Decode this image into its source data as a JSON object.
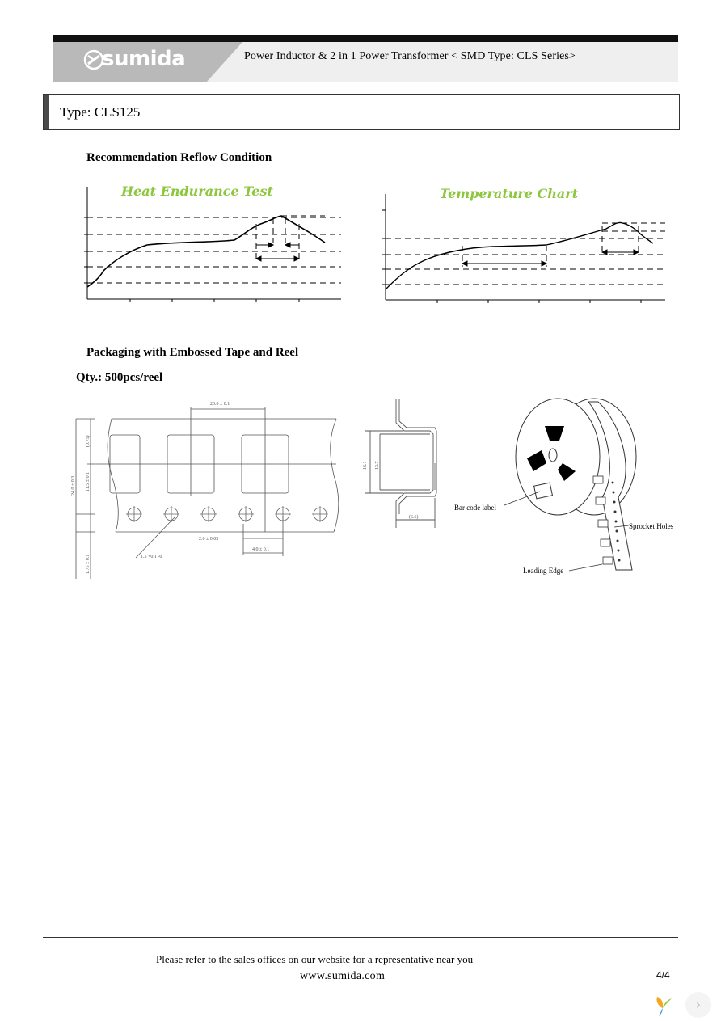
{
  "header": {
    "brand": "sumida",
    "title": "Power Inductor & 2 in 1 Power Transformer < SMD Type: CLS Series>"
  },
  "type_label": "Type: CLS125",
  "reflow": {
    "section_title": "Recommendation Reflow Condition",
    "heat_title": "Heat Endurance Test",
    "temp_title": "Temperature Chart"
  },
  "packaging": {
    "section_title": "Packaging with Embossed Tape and Reel",
    "qty": "Qty.: 500pcs/reel",
    "dim_top": "20.0 ± 0.1",
    "dim_height_total": "24.0 ± 0.3",
    "dim_a": "(0.75)",
    "dim_b": "11.5 ± 0.1",
    "dim_c": "1.75 ± 0.1",
    "dim_pitch": "2.0 ± 0.05",
    "dim_hole_pitch": "4.0 ± 0.1",
    "dim_hole": "1.5 +0.1 -0",
    "dim_pocket1": "16.1",
    "dim_pocket2": "13.7",
    "dim_depth": "(6.6)",
    "label_barcode": "Bar code label",
    "label_sprocket": "Sprocket Holes",
    "label_leading": "Leading Edge"
  },
  "footer": {
    "note": "Please refer to the sales offices on our website for a representative near you",
    "url": "www.sumida.com",
    "page": "4/4"
  },
  "viewer": {
    "next_icon": "›"
  }
}
